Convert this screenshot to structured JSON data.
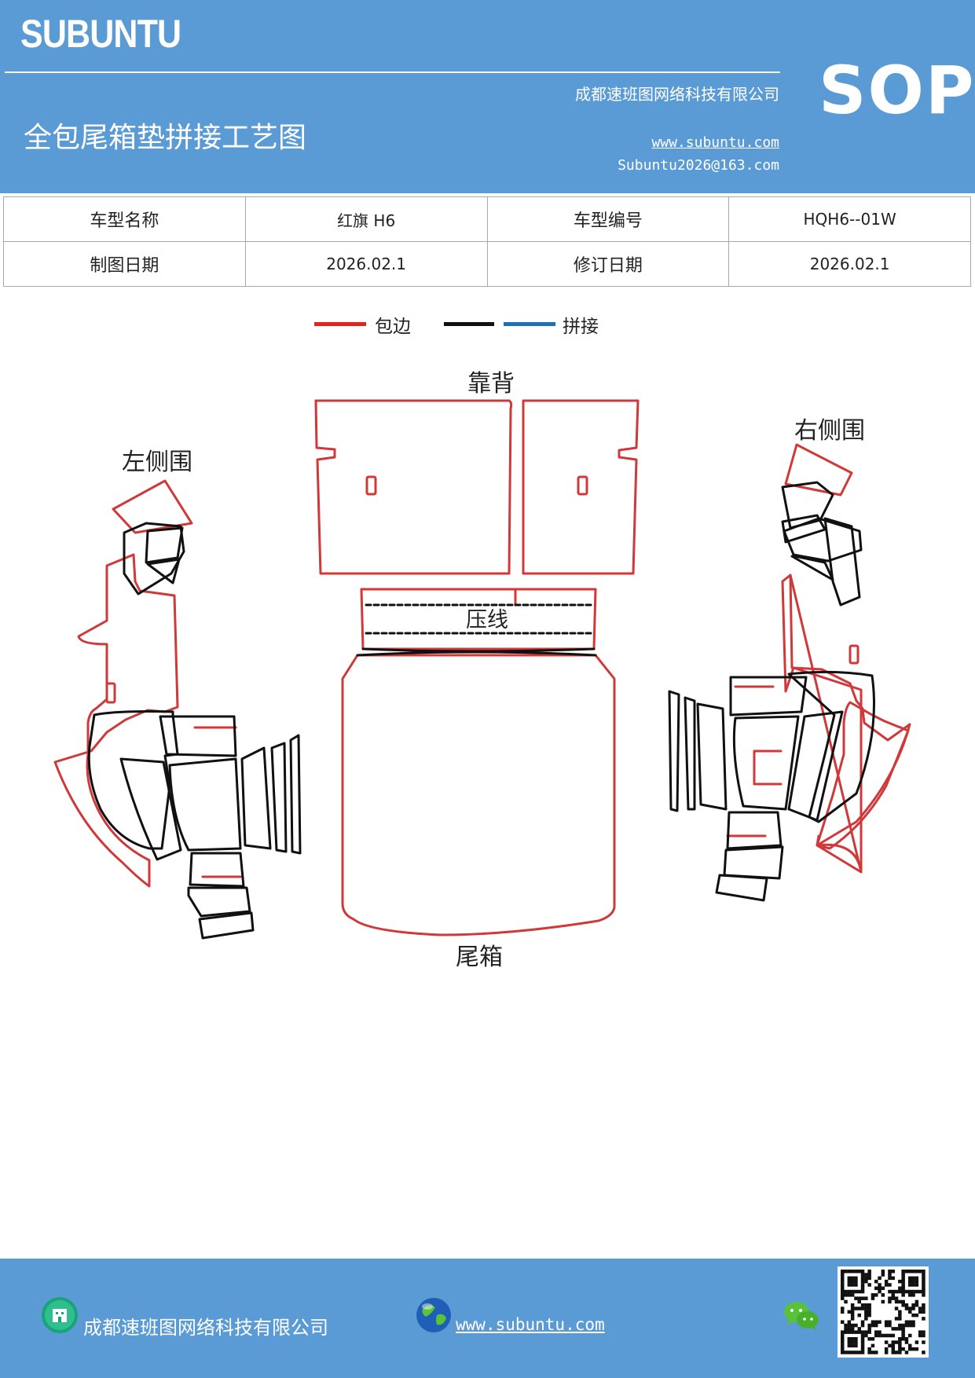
{
  "header": {
    "brand": "SUBUNTU",
    "badge": "SOP",
    "company": "成都速班图网络科技有限公司",
    "title": "全包尾箱垫拼接工艺图",
    "website": "www.subuntu.com",
    "email": "Subuntu2026@163.com",
    "background_color": "#5b9bd5"
  },
  "info_table": {
    "rows": [
      [
        {
          "label": "车型名称",
          "value": "红旗 H6"
        },
        {
          "label": "车型编号",
          "value": "HQH6--01W"
        }
      ],
      [
        {
          "label": "制图日期",
          "value": "2026.02.1"
        },
        {
          "label": "修订日期",
          "value": "2026.02.1"
        }
      ]
    ]
  },
  "legend": {
    "items": [
      {
        "label": "包边",
        "color": "#e8211c"
      },
      {
        "label": "",
        "color": "#111111"
      },
      {
        "label": "拼接",
        "color": "#1f6fbf"
      }
    ]
  },
  "diagram": {
    "labels": {
      "backrest": "靠背",
      "left_side": "左侧围",
      "right_side": "右侧围",
      "crease": "压线",
      "trunk": "尾箱"
    },
    "edge_color": "#d0383a",
    "seam_color": "#111111"
  },
  "footer": {
    "company": "成都速班图网络科技有限公司",
    "website": "www.subuntu.com ",
    "icons": [
      "building-icon",
      "globe-icon",
      "wechat-icon",
      "qr-code"
    ]
  }
}
